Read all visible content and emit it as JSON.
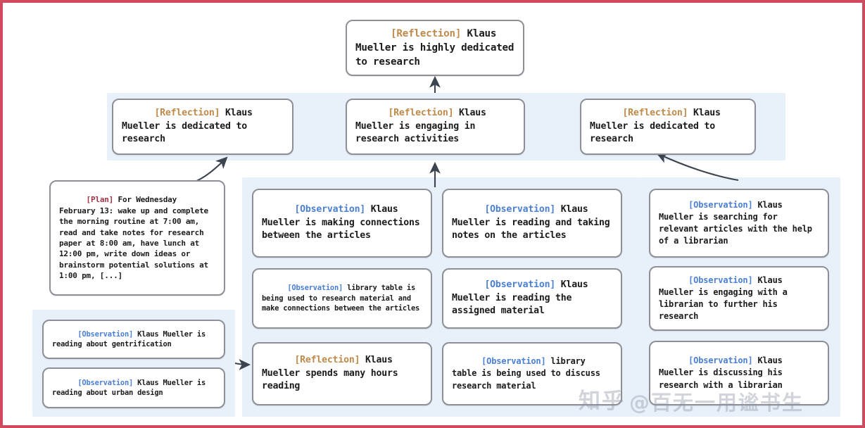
{
  "figure": {
    "title": "Generative agent memory reflection tree",
    "border_color": "#cf4a5e",
    "band_color": "#e8f0fa",
    "node_border_color": "#8d9096",
    "tag_colors": {
      "reflection": "#c08a4a",
      "observation": "#4a7fd4",
      "plan": "#a33243"
    }
  },
  "watermark": {
    "site": "知乎",
    "handle": "@百无一用谧书生"
  },
  "nodes": {
    "root": {
      "tag": "[Reflection]",
      "type": "reflection",
      "text": " Klaus Mueller is highly dedicated to research"
    },
    "reflection_left": {
      "tag": "[Reflection]",
      "type": "reflection",
      "text": " Klaus Mueller is dedicated to research"
    },
    "reflection_mid": {
      "tag": "[Reflection]",
      "type": "reflection",
      "text": " Klaus Mueller is engaging in research activities"
    },
    "reflection_right": {
      "tag": "[Reflection]",
      "type": "reflection",
      "text": " Klaus Mueller is dedicated to research"
    },
    "plan": {
      "tag": "[Plan]",
      "type": "plan",
      "text": " For Wednesday February 13: wake up and complete the morning routine at 7:00 am, read and take notes for research paper at 8:00 am, have lunch at 12:00 pm, write down ideas or brainstorm potential solutions at 1:00 pm, [...]"
    },
    "obs_bl_1": {
      "tag": "[Observation]",
      "type": "observation",
      "text": " Klaus Mueller is reading about gentrification"
    },
    "obs_bl_2": {
      "tag": "[Observation]",
      "type": "observation",
      "text": " Klaus Mueller is reading about urban design"
    },
    "col2_1": {
      "tag": "[Observation]",
      "type": "observation",
      "text": " Klaus Mueller is making connections between the articles"
    },
    "col2_2": {
      "tag": "[Observation]",
      "type": "observation",
      "text": " library table is being used to research material and make connections between the articles"
    },
    "col2_3": {
      "tag": "[Reflection]",
      "type": "reflection",
      "text": " Klaus Mueller spends many hours reading"
    },
    "col3_1": {
      "tag": "[Observation]",
      "type": "observation",
      "text": " Klaus Mueller is reading and taking notes on the articles"
    },
    "col3_2": {
      "tag": "[Observation]",
      "type": "observation",
      "text": " Klaus Mueller is reading the assigned material"
    },
    "col3_3": {
      "tag": "[Observation]",
      "type": "observation",
      "text": " library table is being used to discuss research material"
    },
    "col4_1": {
      "tag": "[Observation]",
      "type": "observation",
      "text": " Klaus Mueller is searching for relevant articles with the help of a librarian"
    },
    "col4_2": {
      "tag": "[Observation]",
      "type": "observation",
      "text": " Klaus Mueller is engaging with a librarian to further his research"
    },
    "col4_3": {
      "tag": "[Observation]",
      "type": "observation",
      "text": " Klaus Mueller is discussing his research with a librarian"
    }
  }
}
